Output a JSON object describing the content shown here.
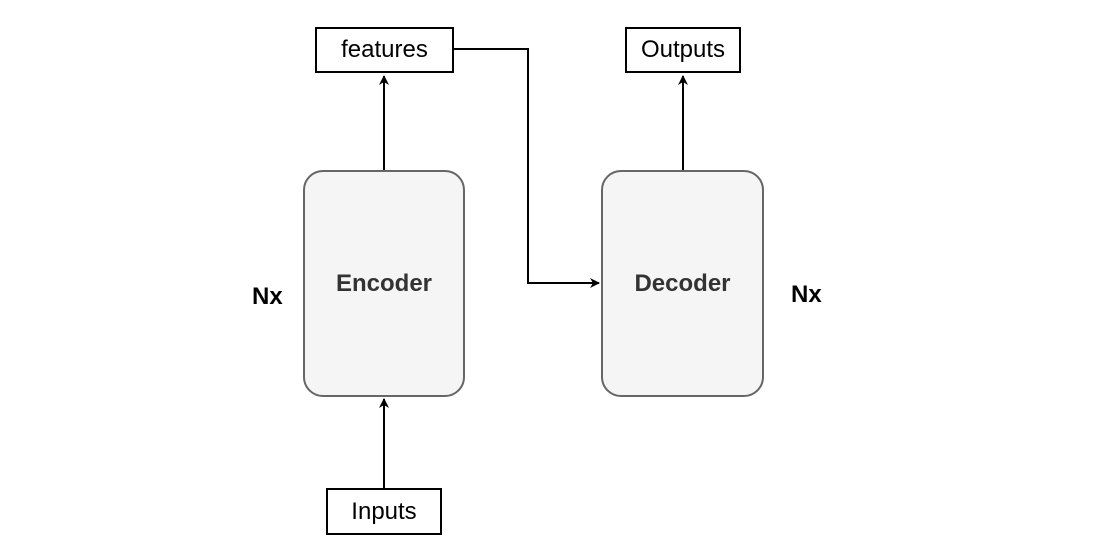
{
  "nodes": {
    "features": "features",
    "outputs": "Outputs",
    "inputs": "Inputs",
    "encoder": "Encoder",
    "decoder": "Decoder"
  },
  "repeat_labels": {
    "encoder": "Nx",
    "decoder": "Nx"
  },
  "edges": [
    {
      "from": "inputs",
      "to": "encoder"
    },
    {
      "from": "encoder",
      "to": "features"
    },
    {
      "from": "features",
      "to": "decoder"
    },
    {
      "from": "decoder",
      "to": "outputs"
    }
  ],
  "colors": {
    "block_fill": "#f5f5f5",
    "block_stroke": "#666666",
    "block_text": "#333333",
    "line": "#000000"
  }
}
